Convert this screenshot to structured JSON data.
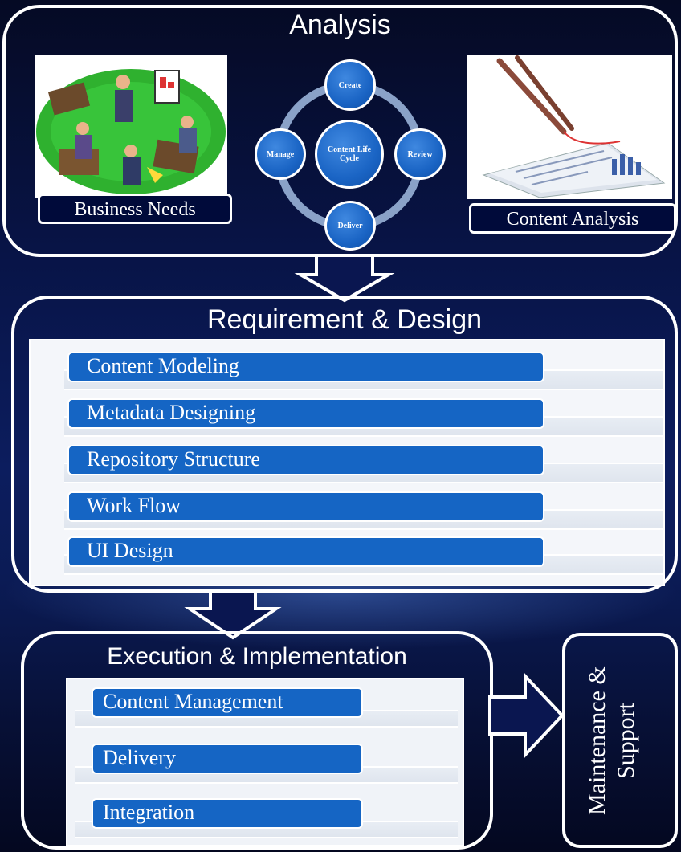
{
  "analysis": {
    "title": "Analysis",
    "business_needs_label": "Business Needs",
    "content_analysis_label": "Content Analysis",
    "life_cycle": {
      "center": "Content Life Cycle",
      "create": "Create",
      "review": "Review",
      "deliver": "Deliver",
      "manage": "Manage"
    }
  },
  "requirement_design": {
    "title": "Requirement & Design",
    "items": [
      "Content Modeling",
      "Metadata Designing",
      "Repository Structure",
      "Work Flow",
      "UI Design"
    ]
  },
  "execution": {
    "title": "Execution & Implementation",
    "items": [
      "Content Management",
      "Delivery",
      "Integration"
    ]
  },
  "maintenance": {
    "line1": "Maintenance",
    "line2": "& Support"
  },
  "colors": {
    "accent_blue": "#1565c4",
    "background_navy": "#081447"
  }
}
